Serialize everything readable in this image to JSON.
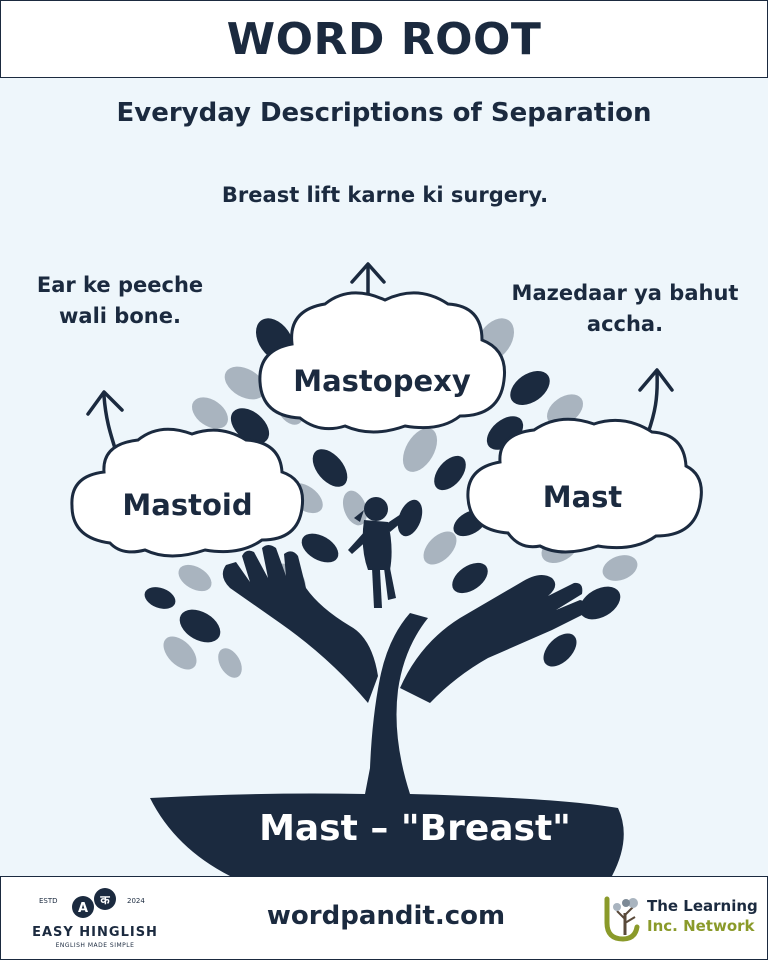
{
  "header": {
    "title": "WORD ROOT"
  },
  "subtitle": "Everyday Descriptions of Separation",
  "definitions": {
    "top": "Breast lift karne ki surgery.",
    "left": "Ear ke peeche wali bone.",
    "right": "Mazedaar ya bahut accha."
  },
  "clouds": {
    "left": "Mastoid",
    "center": "Mastopexy",
    "right": "Mast"
  },
  "root": {
    "label": "Mast – \"Breast\""
  },
  "footer": {
    "website": "wordpandit.com",
    "logo_left": {
      "name": "EASY HINGLISH",
      "tagline": "ENGLISH MADE SIMPLE",
      "est": "ESTD",
      "year": "2024",
      "badge_letters": [
        "A",
        "क"
      ]
    },
    "logo_right": {
      "line1": "The Learning",
      "line2": "Inc. Network"
    }
  },
  "colors": {
    "navy": "#1b2a3f",
    "background": "#eef6fb",
    "leaf_grey": "#a9b4bf",
    "accent_green": "#8a9a2a"
  }
}
